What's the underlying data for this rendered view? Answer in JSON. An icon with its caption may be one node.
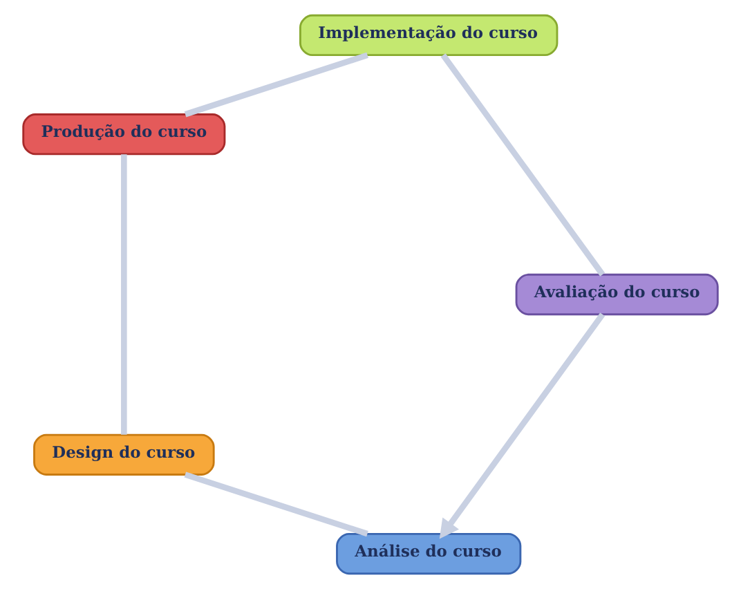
{
  "diagram": {
    "nodes": [
      {
        "text": [
          "Análise do curso"
        ]
      },
      {
        "text": [
          "Design do curso"
        ]
      },
      {
        "text": [
          "Produção do curso"
        ]
      },
      {
        "text": [
          "Implementação do curso"
        ]
      },
      {
        "text": [
          "Avaliação do curso"
        ]
      }
    ],
    "edges": [
      {
        "from": 0,
        "to": 1,
        "arrow": "none"
      },
      {
        "from": 1,
        "to": 2,
        "arrow": "none"
      },
      {
        "from": 2,
        "to": 3,
        "arrow": "none"
      },
      {
        "from": 3,
        "to": 4,
        "arrow": "none"
      },
      {
        "from": 4,
        "to": 0,
        "arrow": "to"
      }
    ]
  }
}
